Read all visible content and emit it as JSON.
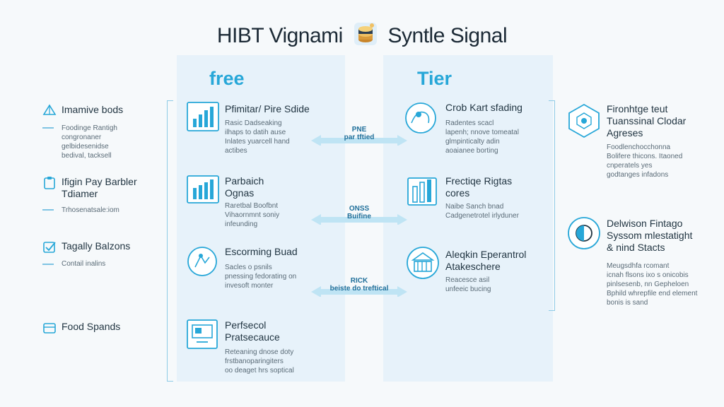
{
  "header": {
    "title_left": "HIBT Vignami",
    "title_right": "Syntle Signal",
    "logo_icon": "coin-stack-icon"
  },
  "columns": {
    "free": "free",
    "tier": "Tier"
  },
  "colors": {
    "accent": "#27a7d8",
    "column_bg": "#e7f2fa",
    "text": "#1f3340"
  },
  "left_features": [
    {
      "icon": "pyramid-icon",
      "title": [
        "Imamive bods"
      ],
      "lines": [
        "Foodinge Rantigh",
        "congronaner",
        "gelbidesenidse",
        "bedival, tacksell"
      ]
    },
    {
      "icon": "clipboard-icon",
      "title": [
        "Ifigin Pay Barbler",
        "Tdiamer"
      ],
      "lines": [
        "Trhosenatsale:iom"
      ]
    },
    {
      "icon": "checkbox-icon",
      "title": [
        "Tagally Balzons"
      ],
      "lines": [
        "Contail inalins"
      ]
    },
    {
      "icon": "box-icon",
      "title": [
        "Food Spands"
      ],
      "lines": []
    }
  ],
  "free_cards": [
    {
      "icon": "bar-chart-icon",
      "title": [
        "Pfimitar/ Pire Sdide"
      ],
      "lines": [
        "Rasic Dadseaking",
        "ilhaps to datih ause",
        "Inlates yuarcell hand",
        "actibes"
      ]
    },
    {
      "icon": "bar-chart-icon",
      "title": [
        "Parbaich",
        "Ognas"
      ],
      "lines": [
        "Raretbal Boofbnt",
        "Vihaornmnt soniy",
        "infeunding"
      ]
    },
    {
      "icon": "globe-icon",
      "title": [
        "Escorming Buad"
      ],
      "lines": [
        "Sacles o psnils",
        "pnessing fedorating on",
        "invesoft monter"
      ]
    },
    {
      "icon": "monitor-icon",
      "title": [
        "Perfsecol",
        "Pratsecauce"
      ],
      "lines": [
        "Reteaning dnose doty",
        "frstbanoparingiters",
        "oo deaget hrs soptical"
      ]
    }
  ],
  "arrows": [
    {
      "label": [
        "PNE",
        "par tftied"
      ]
    },
    {
      "label": [
        "ONSS",
        "Buifine"
      ]
    },
    {
      "label": [
        "RICK",
        "beiste do treftical"
      ]
    }
  ],
  "tier_cards": [
    {
      "icon": "globe-icon",
      "title": [
        "Crob Kart sfading"
      ],
      "lines": [
        "Radentes scacl",
        "lapenh; nnove tomeatal",
        "glmpinticalty adin",
        "aoaianee borting"
      ]
    },
    {
      "icon": "bar-chart-icon",
      "title": [
        "Frectiqe Rigtas",
        "cores"
      ],
      "lines": [
        "Naibe Sanch bnad",
        "Cadgenetrotel irlyduner"
      ]
    },
    {
      "icon": "building-icon",
      "title": [
        "Aleqkin Eperantrol",
        "Atakeschere"
      ],
      "lines": [
        "Reacesce asil",
        "unfeeic bucing"
      ]
    }
  ],
  "right_features": [
    {
      "icon": "hexagon-icon",
      "title": [
        "Fironhtge teut",
        "Tuanssinal Clodar",
        "Agreses"
      ],
      "lines": [
        "Foodlenchocchonna",
        "Bolifere thicons. Itaoned",
        "cnperatels yes",
        "godtanges infadons"
      ]
    },
    {
      "icon": "half-circle-icon",
      "title": [
        "Delwison Fintago",
        "Syssom mlestatight",
        "& nind Stacts"
      ],
      "lines": [
        "Meugsdhfa rcomant",
        "icnah flsons ixo s onicobis",
        "pinlsesenb, nn Gepheloen",
        "Bphild whrepfile end element",
        "bonis is sand"
      ]
    }
  ]
}
